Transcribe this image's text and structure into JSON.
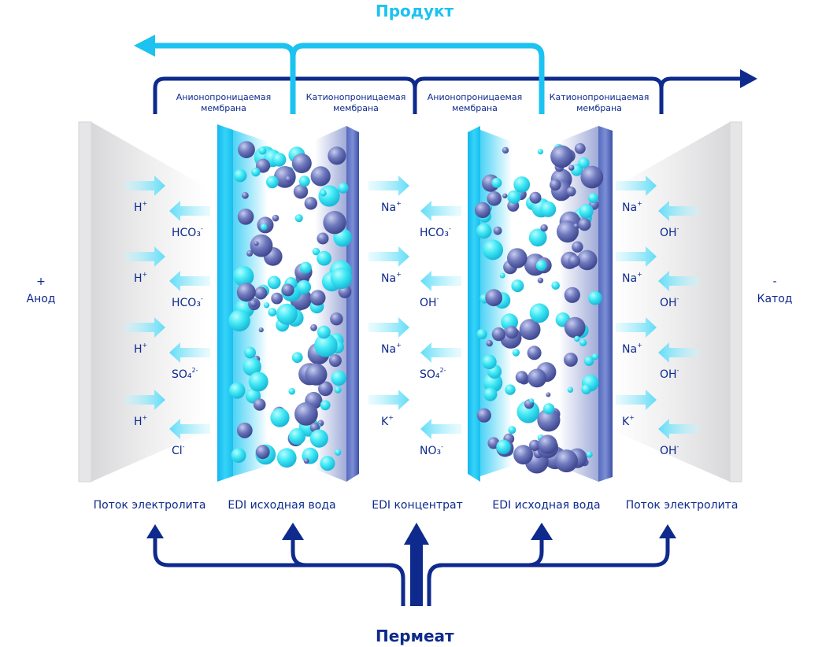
{
  "title_top": "Продукт",
  "title_bottom": "Пермеат",
  "membranes": [
    {
      "line1": "Анионопроницаемая",
      "line2": "мембрана"
    },
    {
      "line1": "Катионопроницаемая",
      "line2": "мембрана"
    },
    {
      "line1": "Анионопроницаемая",
      "line2": "мембрана"
    },
    {
      "line1": "Катионопроницаемая",
      "line2": "мембрана"
    }
  ],
  "electrodes": {
    "anode_sign": "+",
    "anode": "Анод",
    "cathode_sign": "-",
    "cathode": "Катод"
  },
  "streams": [
    "Поток электролита",
    "EDI исходная вода",
    "EDI концентрат",
    "EDI исходная вода",
    "Поток электролита"
  ],
  "ions": {
    "anode_right": [
      "H",
      "H",
      "H",
      "H"
    ],
    "anode_left": [
      "HCO₃",
      "HCO₃",
      "SO₄",
      "Cl"
    ],
    "conc_right": [
      "Na",
      "Na",
      "Na",
      "K"
    ],
    "conc_left": [
      "HCO₃",
      "OH",
      "SO₄",
      "NO₃"
    ],
    "cath_right": [
      "Na",
      "Na",
      "Na",
      "K"
    ],
    "cath_left": [
      "OH",
      "OH",
      "OH",
      "OH"
    ],
    "charges": {
      "H": "+",
      "Na": "+",
      "K": "+",
      "HCO3": "-",
      "SO4": "2-",
      "Cl": "-",
      "OH": "-",
      "NO3": "-"
    }
  },
  "colors": {
    "dark_blue": "#0e2a8c",
    "cyan": "#1cc3f0",
    "light_arrow": "#7ee6fa",
    "membrane_cyan": "#25c7f3",
    "membrane_blue": "#4a62b8",
    "ball_cyan": "#35e6f2",
    "ball_purple": "#6670b4"
  }
}
